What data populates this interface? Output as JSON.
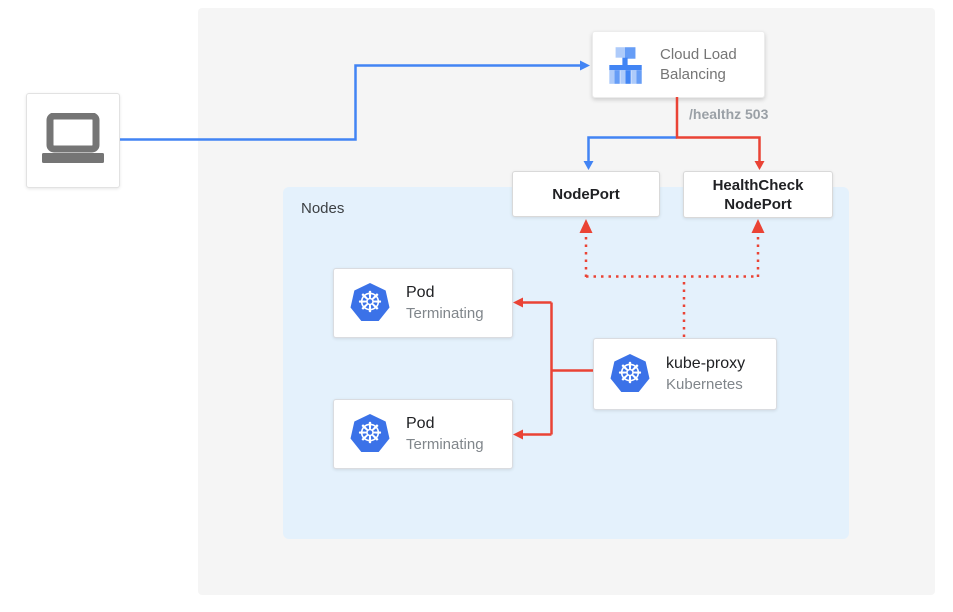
{
  "client": {
    "icon": "laptop"
  },
  "cloud_load_balancing": {
    "label_line1": "Cloud Load",
    "label_line2": "Balancing"
  },
  "health_check": {
    "label": "/healthz 503"
  },
  "nodeport": {
    "label": "NodePort"
  },
  "healthcheck_nodeport": {
    "label_line1": "HealthCheck",
    "label_line2": "NodePort"
  },
  "nodes": {
    "label": "Nodes"
  },
  "pods": [
    {
      "title": "Pod",
      "status": "Terminating"
    },
    {
      "title": "Pod",
      "status": "Terminating"
    }
  ],
  "kube_proxy": {
    "title": "kube-proxy",
    "subtitle": "Kubernetes"
  },
  "icons": {
    "kubernetes_wheel_glyph": "☸"
  },
  "colors": {
    "blue_arrow": "#4284F4",
    "red_arrow": "#EA4335",
    "background_panel_gray": "#F5F5F5",
    "nodes_panel_blue": "#E4F1FC",
    "kubernetes_blue": "#3B72E8",
    "clb_icon_light_blue": "#AECBFA",
    "clb_icon_mid_blue": "#669DF6",
    "clb_icon_dark_blue": "#4285F4",
    "box_border": "#DADCE0",
    "text_dark": "#202124",
    "text_gray": "#80868B",
    "healthz_gray": "#9AA0A6",
    "laptop_gray": "#757575"
  }
}
